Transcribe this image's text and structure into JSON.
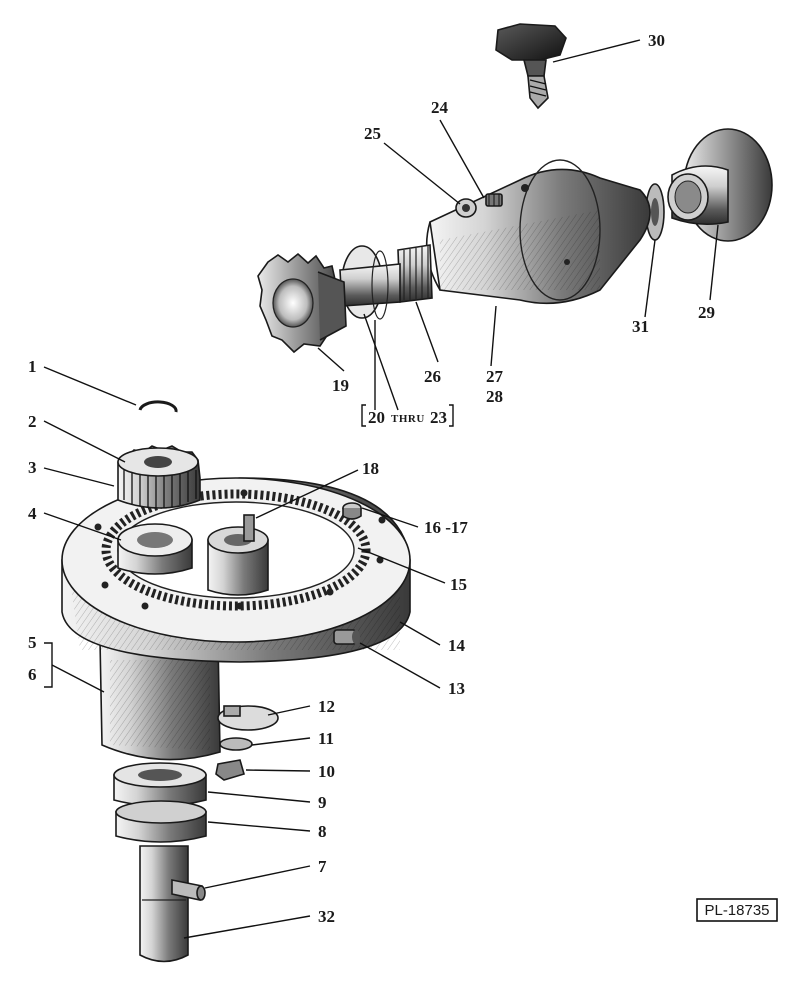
{
  "diagram": {
    "plate_id": "PL-18735",
    "range_note": {
      "from": "20",
      "word": "THRU",
      "to": "23"
    },
    "callouts": {
      "c1": "1",
      "c2": "2",
      "c3": "3",
      "c4": "4",
      "c5": "5",
      "c6": "6",
      "c7": "7",
      "c8": "8",
      "c9": "9",
      "c10": "10",
      "c11": "11",
      "c12": "12",
      "c13": "13",
      "c14": "14",
      "c15": "15",
      "c16_17": "16 -17",
      "c18": "18",
      "c19": "19",
      "c24": "24",
      "c25": "25",
      "c26": "26",
      "c27": "27",
      "c28": "28",
      "c29": "29",
      "c30": "30",
      "c31": "31",
      "c32": "32"
    },
    "colors": {
      "ink": "#1a1a1a",
      "shade": "#6b6b6b",
      "light": "#e8e8e8",
      "paper": "#ffffff"
    }
  }
}
